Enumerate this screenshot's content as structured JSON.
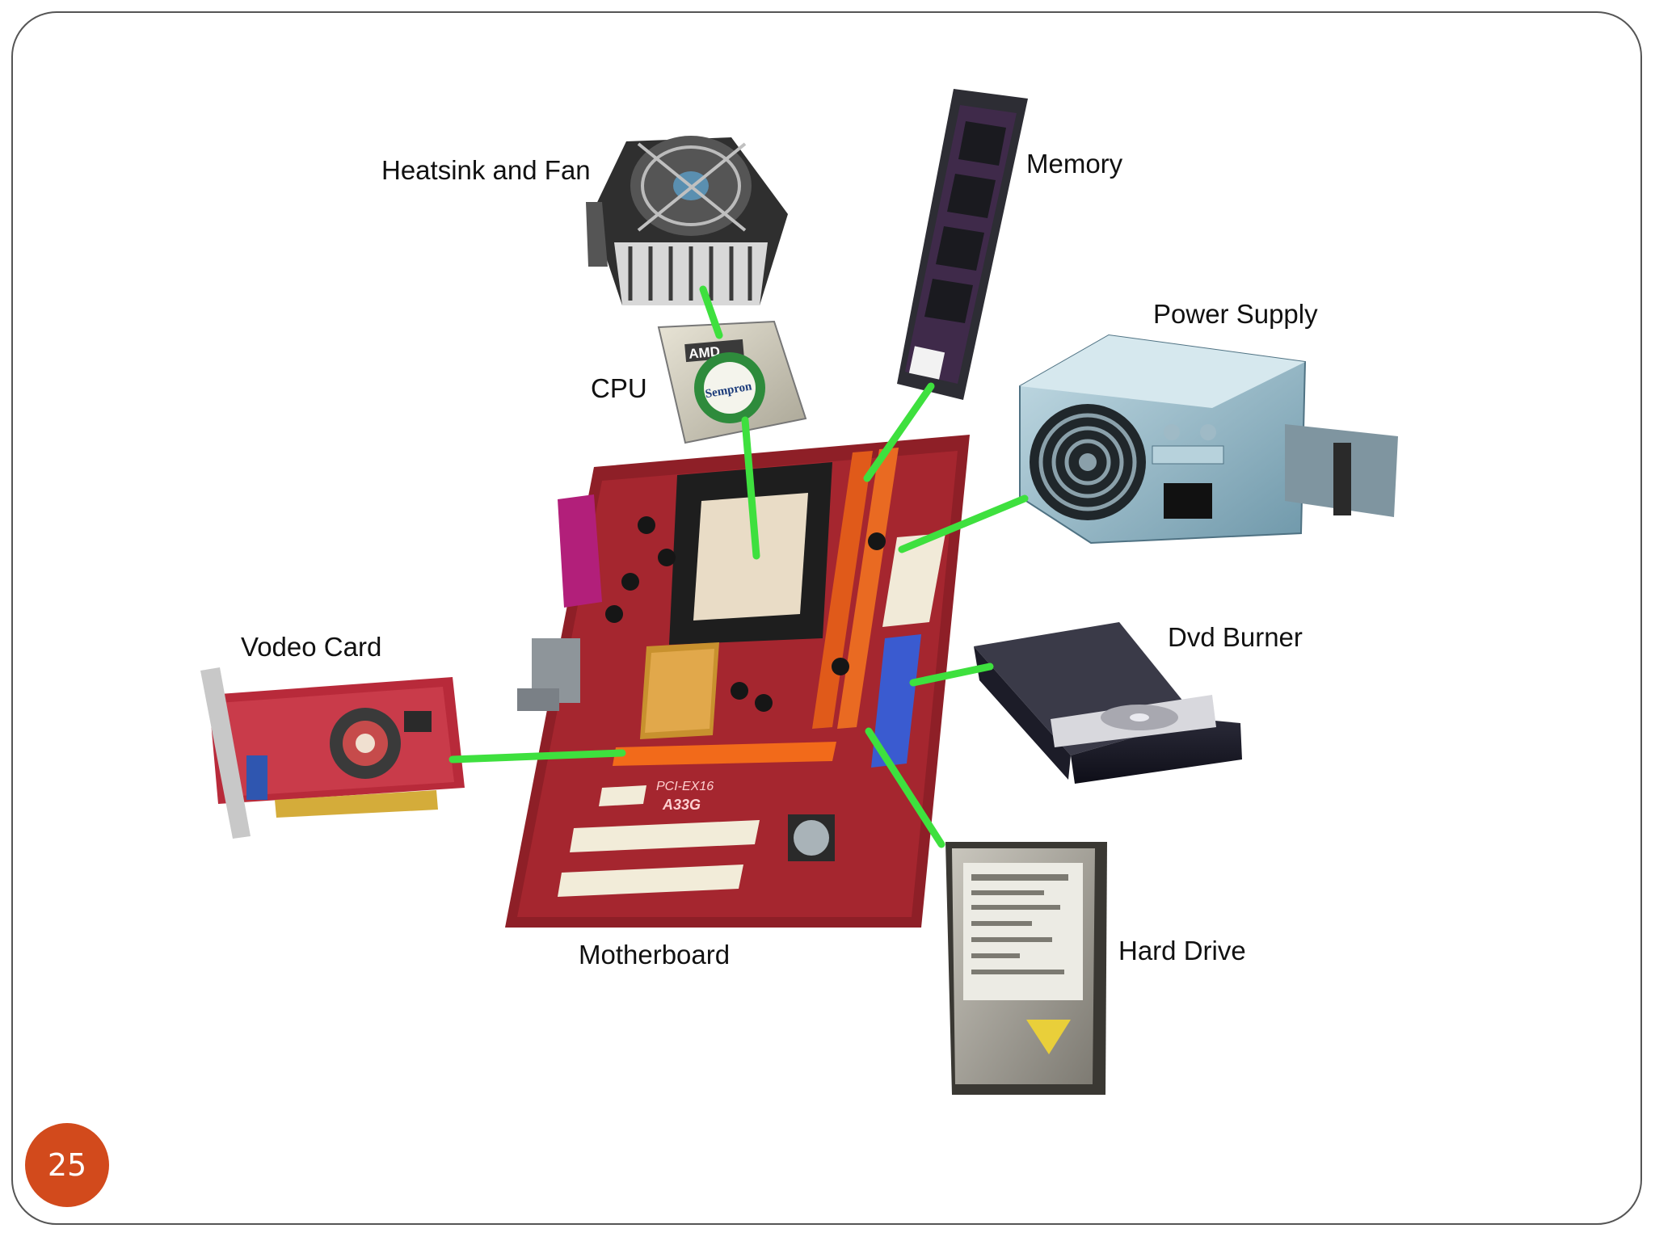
{
  "slide": {
    "page_number": "25",
    "accent_color": "#d24a1c",
    "connector_color": "#3ee03e"
  },
  "components": {
    "heatsink": "Heatsink and Fan",
    "memory": "Memory",
    "power_supply": "Power Supply",
    "cpu": "CPU",
    "video_card": "Vodeo Card",
    "dvd_burner": "Dvd Burner",
    "motherboard": "Motherboard",
    "hard_drive": "Hard Drive"
  },
  "part_markings": {
    "amd": "AMD",
    "sempron": "Sempron",
    "pci_slot": "PCI-EX16",
    "model": "A33G"
  }
}
